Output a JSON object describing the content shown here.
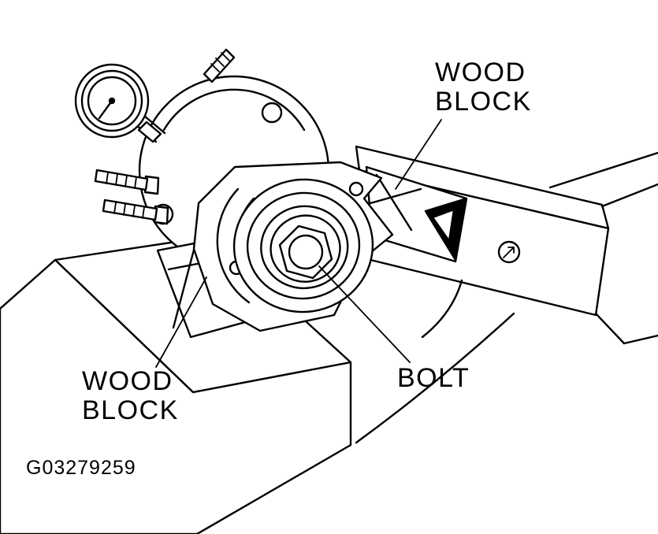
{
  "labels": {
    "wood_block_top": "WOOD\nBLOCK",
    "wood_block_bottom": "WOOD\nBLOCK",
    "bolt": "BOLT"
  },
  "figure_id": "G03279259",
  "colors": {
    "line": "#000000",
    "background": "#ffffff"
  }
}
